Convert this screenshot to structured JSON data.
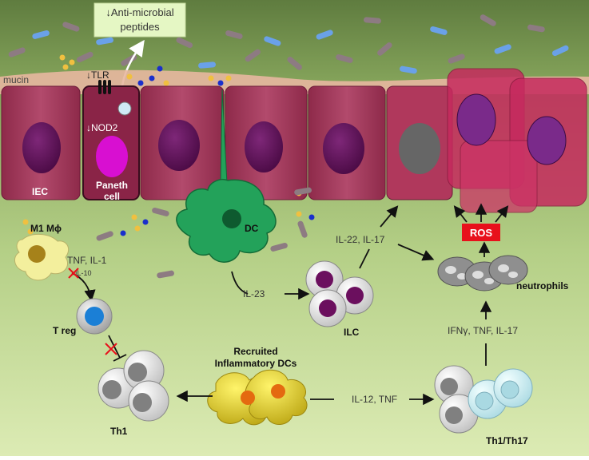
{
  "labels": {
    "amp_title": "↓Anti-microbial peptides",
    "amp_line1": "↓Anti-microbial",
    "amp_line2": "peptides",
    "mucin": "mucin",
    "tlr": "↓TLR",
    "nod2": "↓NOD2",
    "iec": "IEC",
    "paneth_line1": "Paneth",
    "paneth_line2": "cell",
    "m1": "M1 Mϕ",
    "dc": "DC",
    "tnf_il1": "TNF, IL-1",
    "il10": "IL-10",
    "il23": "IL-23",
    "il22_il17": "IL-22, IL-17",
    "ilc": "ILC",
    "ros": "ROS",
    "neutrophils": "neutrophils",
    "treg": "T reg",
    "recruited_line1": "Recruited",
    "recruited_line2": "Inflammatory DCs",
    "th1": "Th1",
    "il12_tnf": "IL-12, TNF",
    "ifng": "IFNγ, TNF, IL-17",
    "th1th17": "Th1/Th17"
  },
  "colors": {
    "lumen_top": "#6e8f4a",
    "lumen_bottom": "#b9d38a",
    "mucin": "#e7b7a0",
    "epithelial_cell": "#a83a5e",
    "nucleus": "#5e0f55",
    "paneth_granule": "#d80fd1",
    "dc_green": "#23a25a",
    "m1_cell": "#f3ef9d",
    "treg_blue": "#1b7fd6",
    "inflammatory_dc": "#d9c41a",
    "ros_red": "#e8101b",
    "amp_box": "#e5f7c4",
    "bacteria_blue": "#6aa1e8",
    "bacteria_gray": "#8d7b82"
  }
}
